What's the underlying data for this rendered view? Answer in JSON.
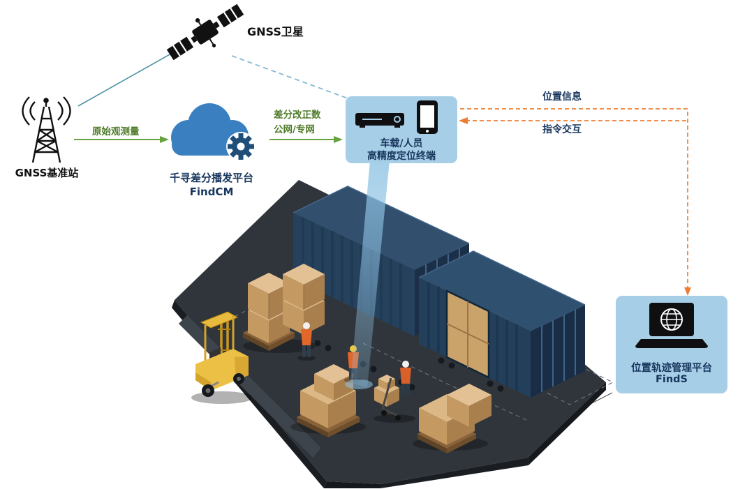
{
  "colors": {
    "bubble_fill": "#a7cee7",
    "label_navy": "#17365d",
    "green_arrow": "#66a23e",
    "green_text": "#4e7a28",
    "orange_arrow": "#ed7d31",
    "teal_line": "#4e93a5",
    "cloud_blue": "#3a80c1",
    "gear_navy": "#1f4e79",
    "container_navy": "#26415c",
    "platform_dark": "#30353b",
    "crate_tan": "#dcb887",
    "forklift_yellow": "#ecbf45"
  },
  "labels": {
    "satellite": "GNSS卫星",
    "base_station": "GNSS基准站",
    "raw_observation": "原始观测量",
    "cloud_line1": "千寻差分播发平台",
    "cloud_line2": "FindCM",
    "corrections_line1": "差分改正数",
    "corrections_line2": "公网/专网",
    "terminal_line1": "车载/人员",
    "terminal_line2": "高精度定位终端",
    "position_info": "位置信息",
    "command_interaction": "指令交互",
    "platform_line1": "位置轨迹管理平台",
    "platform_line2": "FindS"
  }
}
